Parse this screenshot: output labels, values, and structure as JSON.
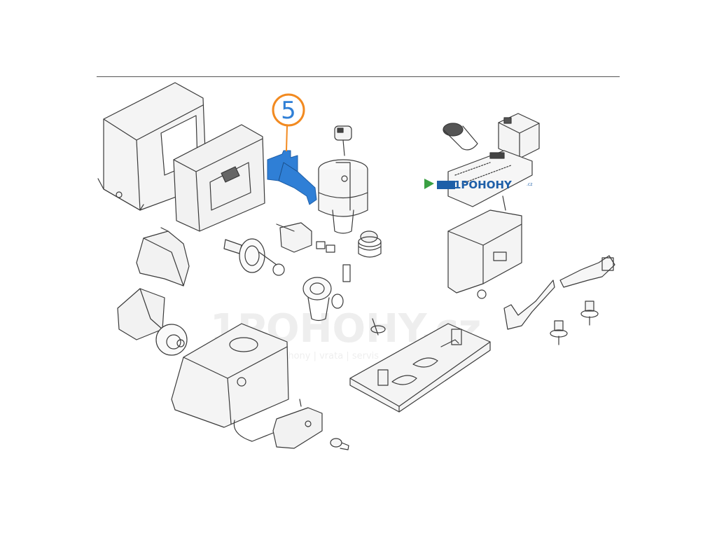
{
  "diagram": {
    "highlighted_part": {
      "callout_number": "5",
      "fill_color": "#2f7fd6",
      "ring_color": "#f28a20",
      "number_color": "#2f7fd6"
    },
    "logo": {
      "text": "1POHOHY",
      "tld": ".cz",
      "text_color": "#1e5fa8",
      "house_color": "#3aa043"
    },
    "watermark": {
      "text": "1POHOHY.cz",
      "tagline": "brány | pohony | vrata | servis"
    }
  }
}
